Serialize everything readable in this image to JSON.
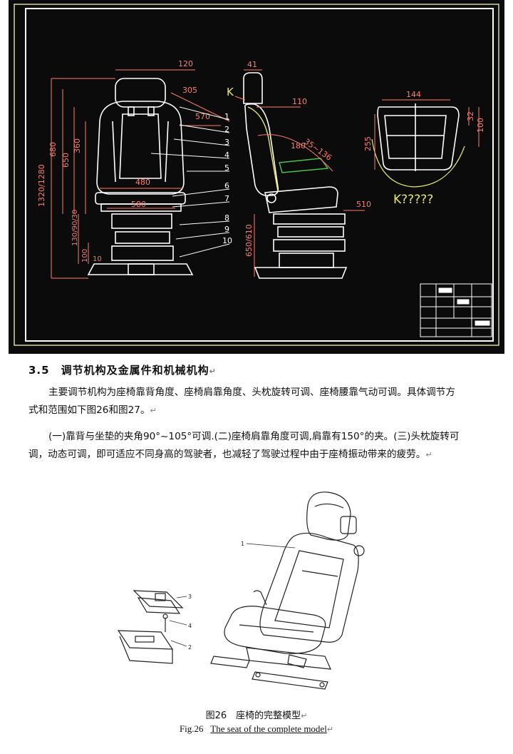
{
  "drawing": {
    "front_dims": [
      "120",
      "305",
      "570",
      "680",
      "650",
      "360",
      "1320/1280",
      "480",
      "580",
      "130/90/30",
      "100",
      "10"
    ],
    "part_numbers": [
      "1",
      "2",
      "3",
      "4",
      "5",
      "6",
      "7",
      "8",
      "9",
      "10"
    ],
    "side_dims": [
      "41",
      "K",
      "110",
      "180",
      "35~136",
      "650/610",
      "510"
    ],
    "detail_dims": [
      "144",
      "32",
      "100",
      "255"
    ],
    "detail_label": "K?????"
  },
  "section": {
    "heading": "3.5　调节机构及金属件和机械机构",
    "para1": "主要调节机构为座椅靠背角度、座椅肩靠角度、头枕旋转可调、座椅腰靠气动可调。具体调节方式和范围如下图26和图27。",
    "para2": "(一)靠背与坐垫的夹角90°~105°可调.(二)座椅肩靠角度可调,肩靠有150°的夹。(三)头枕旋转可调，动态可调，即可适应不同身高的驾驶者，也减轻了驾驶过程中由于座椅振动带来的疲劳。"
  },
  "figure": {
    "callouts": [
      "1",
      "3",
      "4",
      "2"
    ],
    "caption_cn": "图26　座椅的完整模型",
    "caption_en_prefix": "Fig.26",
    "caption_en_rest": "The seat of the complete model"
  },
  "colors": {
    "cad_bg": "#0b0b0b",
    "cad_line": "#ffffff",
    "cad_dim": "#ff7b6b",
    "cad_yellow": "#e6e86a",
    "cad_green": "#4ec24e"
  }
}
